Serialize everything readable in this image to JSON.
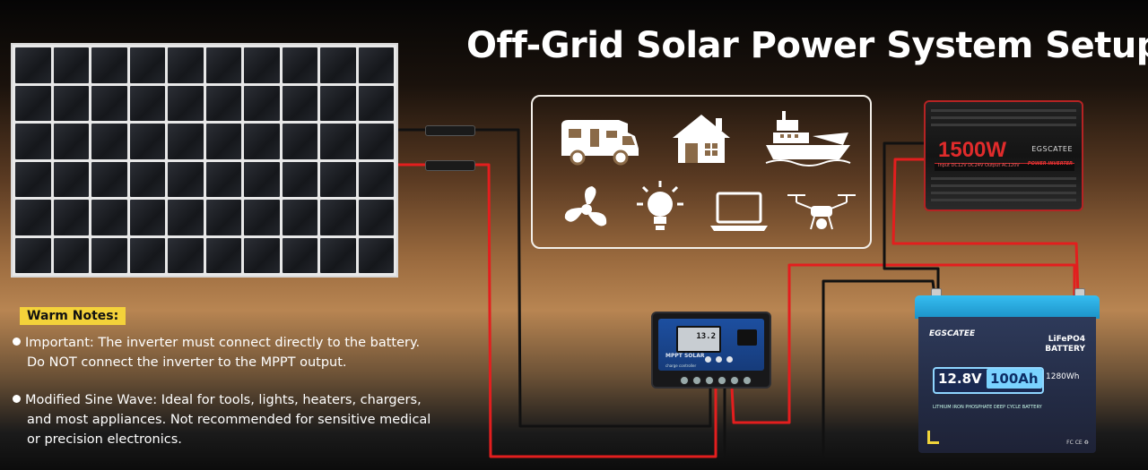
{
  "title": "Off-Grid Solar Power System Setup",
  "usage_icons": [
    "rv-icon",
    "house-icon",
    "ship-icon",
    "fan-icon",
    "light-bulb-icon",
    "laptop-icon",
    "drone-icon"
  ],
  "inverter": {
    "model": "1500W",
    "brand": "EGSCATEE",
    "spec": "Input DC12V  DC24V  Output AC120V",
    "label": "POWER INVERTER"
  },
  "controller": {
    "lcd": "13.2",
    "name": "MPPT SOLAR",
    "subtitle": "charge controller"
  },
  "battery": {
    "brand": "EGSCATEE",
    "chemistry": "LiFePO4",
    "type": "BATTERY",
    "voltage": "12.8V",
    "capacity": "100Ah",
    "energy": "1280Wh",
    "subtitle": "LITHIUM IRON PHOSPHATE DEEP CYCLE BATTERY",
    "marks": "FC  CE  ♻"
  },
  "notes": {
    "title": "Warm Notes:",
    "items": [
      {
        "line1": "Important: The inverter must connect directly to the battery.",
        "line2": "Do NOT connect the inverter to the MPPT output."
      },
      {
        "line1": "Modified Sine Wave: Ideal for tools, lights, heaters, chargers,",
        "line2": "and most appliances. Not recommended for sensitive medical",
        "line3": "or precision electronics."
      }
    ]
  },
  "colors": {
    "wire_positive": "#e31e1e",
    "wire_negative": "#111111",
    "notes_highlight": "#f4d23a",
    "controller_face": "#1d4fa0",
    "battery_top": "#36bdf0"
  }
}
